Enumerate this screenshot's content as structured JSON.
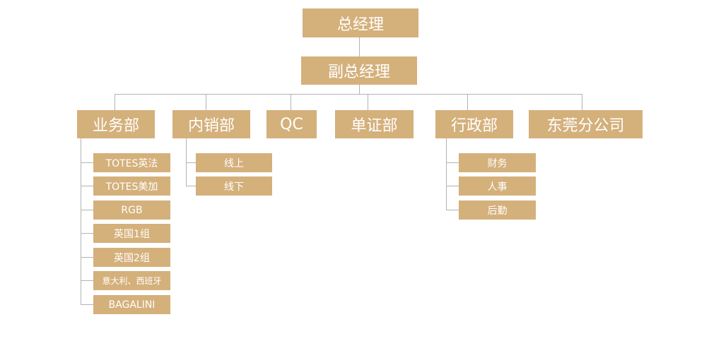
{
  "gm": "总经理",
  "deputy_gm": "副总经理",
  "departments": [
    {
      "label": "业务部",
      "children": [
        "TOTES英法",
        "TOTES美加",
        "RGB",
        "英国1组",
        "英国2组",
        "意大利、西班牙",
        "BAGALINI"
      ]
    },
    {
      "label": "内销部",
      "children": [
        "线上",
        "线下"
      ]
    },
    {
      "label": "QC",
      "children": []
    },
    {
      "label": "单证部",
      "children": []
    },
    {
      "label": "行政部",
      "children": [
        "财务",
        "人事",
        "后勤"
      ]
    },
    {
      "label": "东莞分公司",
      "children": []
    }
  ],
  "colors": {
    "box_fill": "#d4b07b",
    "box_text": "#ffffff",
    "connector": "#b3b3b3"
  }
}
